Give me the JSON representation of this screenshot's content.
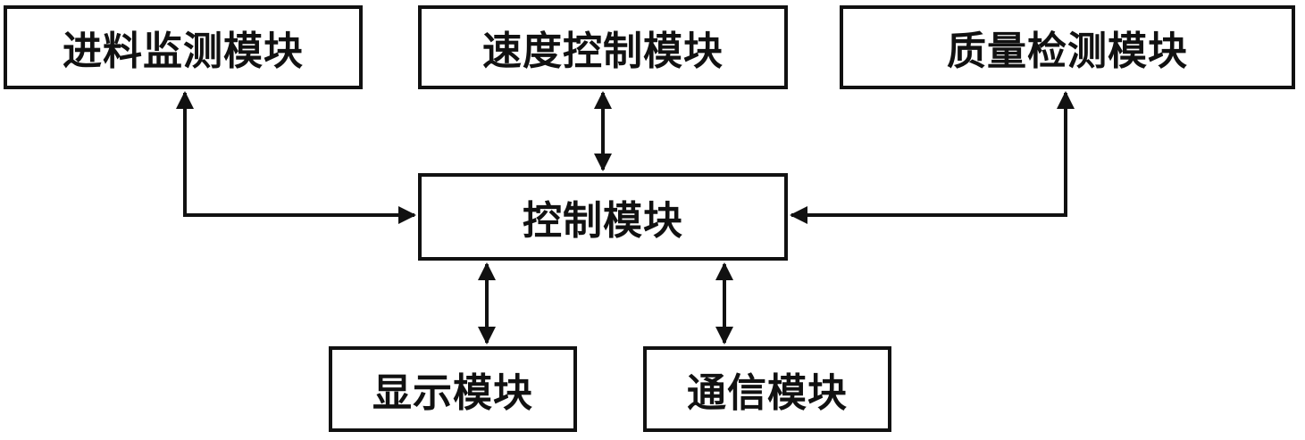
{
  "diagram": {
    "title": "",
    "nodes": {
      "feed_monitor": "进料监测模块",
      "speed_control": "速度控制模块",
      "quality_detect": "质量检测模块",
      "control": "控制模块",
      "display": "显示模块",
      "communication": "通信模块"
    },
    "connections": [
      {
        "from": "control",
        "to": "feed_monitor",
        "direction": "bidirectional"
      },
      {
        "from": "control",
        "to": "speed_control",
        "direction": "bidirectional"
      },
      {
        "from": "control",
        "to": "quality_detect",
        "direction": "bidirectional"
      },
      {
        "from": "control",
        "to": "display",
        "direction": "bidirectional"
      },
      {
        "from": "control",
        "to": "communication",
        "direction": "bidirectional"
      }
    ],
    "colors": {
      "stroke": "#111111",
      "background": "#ffffff"
    }
  }
}
